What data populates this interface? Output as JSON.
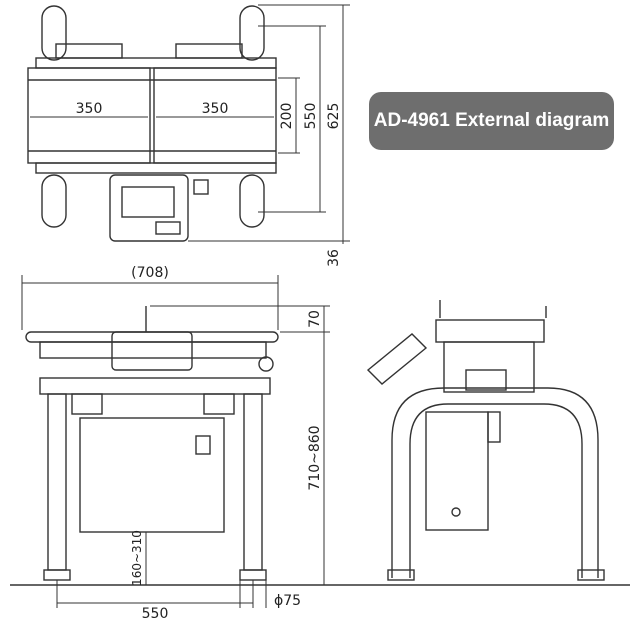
{
  "title": "AD-4961 External diagram",
  "dimensions": {
    "top_width_left": "350",
    "top_width_right": "350",
    "depth_200": "200",
    "depth_550": "550",
    "depth_625": "625",
    "offset_36": "36",
    "overall_length": "(708)",
    "top_offset": "70",
    "height_range": "710~860",
    "clearance_range": "160~310",
    "leg_span": "550",
    "leg_diameter": "ϕ75"
  },
  "colors": {
    "line": "#333333",
    "badge": "#6e6e6e"
  }
}
